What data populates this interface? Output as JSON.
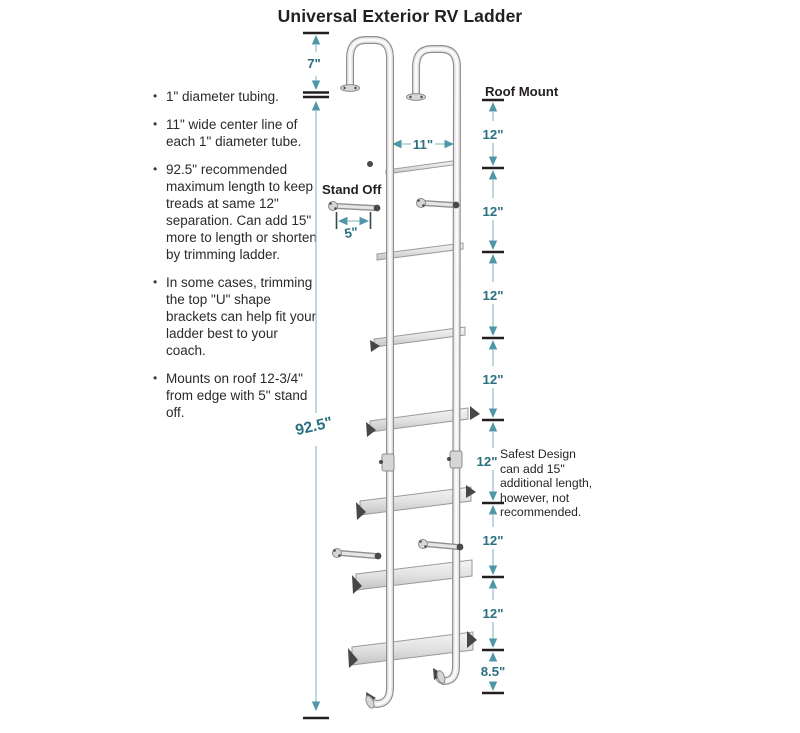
{
  "title": "Universal Exterior RV Ladder",
  "notes": {
    "items": [
      "1\" diameter tubing.",
      "11\" wide center line of each 1\" diameter tube.",
      "92.5\" recommended maximum length to keep treads at same 12\" separation. Can add 15\" more to length or shorten by trimming ladder.",
      "In some cases, trimming the top \"U\" shape brackets can help fit your ladder best to your coach.",
      "Mounts on roof 12-3/4\" from edge with 5\" stand off."
    ]
  },
  "labels": {
    "roof_mount": "Roof Mount",
    "stand_off": "Stand Off",
    "safest_note": "Safest Design can add 15\" additional length, however, not recommended."
  },
  "dimensions": {
    "hook_height": "7\"",
    "total_length": "92.5\"",
    "rail_width": "11\"",
    "standoff_length": "5\"",
    "segments": [
      "12\"",
      "12\"",
      "12\"",
      "12\"",
      "12\"",
      "12\"",
      "12\"",
      "8.5\""
    ]
  },
  "colors": {
    "ink": "#231f20",
    "dim_text": "#2b7080",
    "dim_arrow": "#4e97a8",
    "dim_line": "#a3c8d1"
  }
}
